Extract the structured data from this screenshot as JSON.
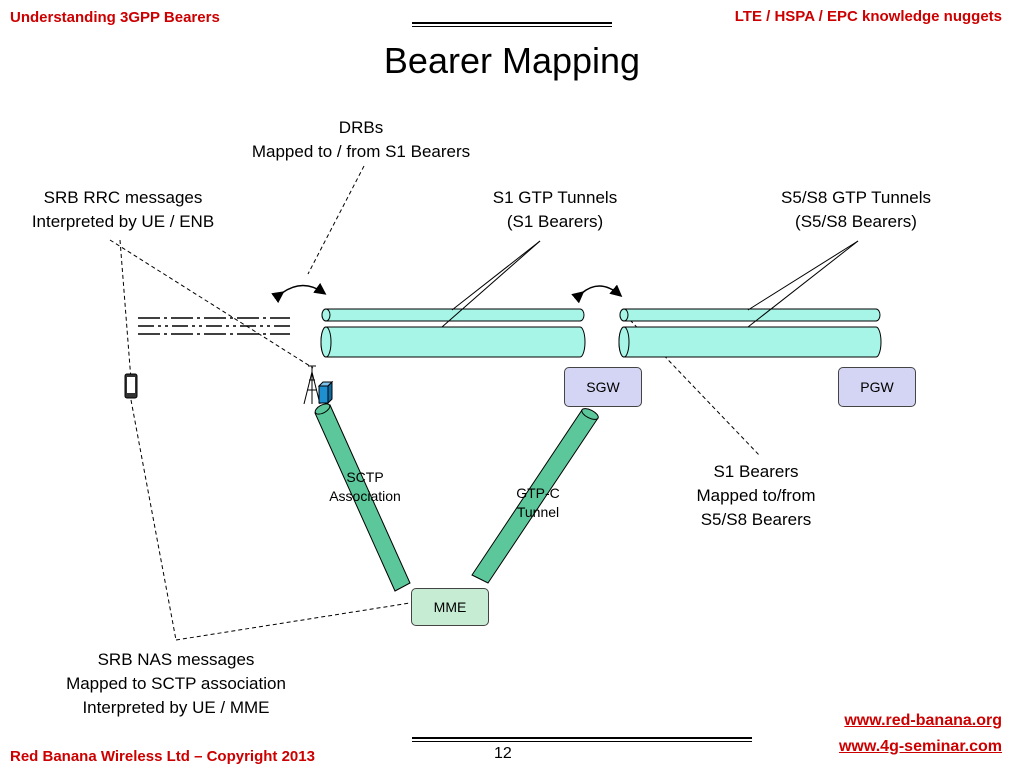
{
  "header": {
    "left": "Understanding 3GPP Bearers",
    "right": "LTE / HSPA / EPC knowledge nuggets"
  },
  "title": "Bearer Mapping",
  "labels": {
    "drbs": [
      "DRBs",
      "Mapped to / from  S1 Bearers"
    ],
    "srb_rrc": [
      "SRB RRC messages",
      "Interpreted by UE / ENB"
    ],
    "s1_gtp": [
      "S1 GTP Tunnels",
      "(S1 Bearers)"
    ],
    "s5_gtp": [
      "S5/S8 GTP Tunnels",
      "(S5/S8 Bearers)"
    ],
    "s1_mapped": [
      "S1 Bearers",
      "Mapped to/from",
      "S5/S8 Bearers"
    ],
    "sctp": [
      "SCTP",
      "Association"
    ],
    "gtpc": [
      "GTP-C",
      "Tunnel"
    ],
    "srb_nas": [
      "SRB NAS messages",
      "Mapped to SCTP association",
      "Interpreted by UE / MME"
    ]
  },
  "nodes": {
    "sgw": "SGW",
    "pgw": "PGW",
    "mme": "MME"
  },
  "footer": {
    "left": "Red Banana Wireless Ltd – Copyright 2013",
    "page": "12",
    "link1": "www.red-banana.org",
    "link2": "www.4g-seminar.com"
  },
  "colors": {
    "header_red": "#cc0000",
    "tunnel_fill": "#a6f5e6",
    "link_fill": "#5cc79a",
    "gateway_fill": "#d4d4f4",
    "mme_fill": "#c6ecd4"
  }
}
